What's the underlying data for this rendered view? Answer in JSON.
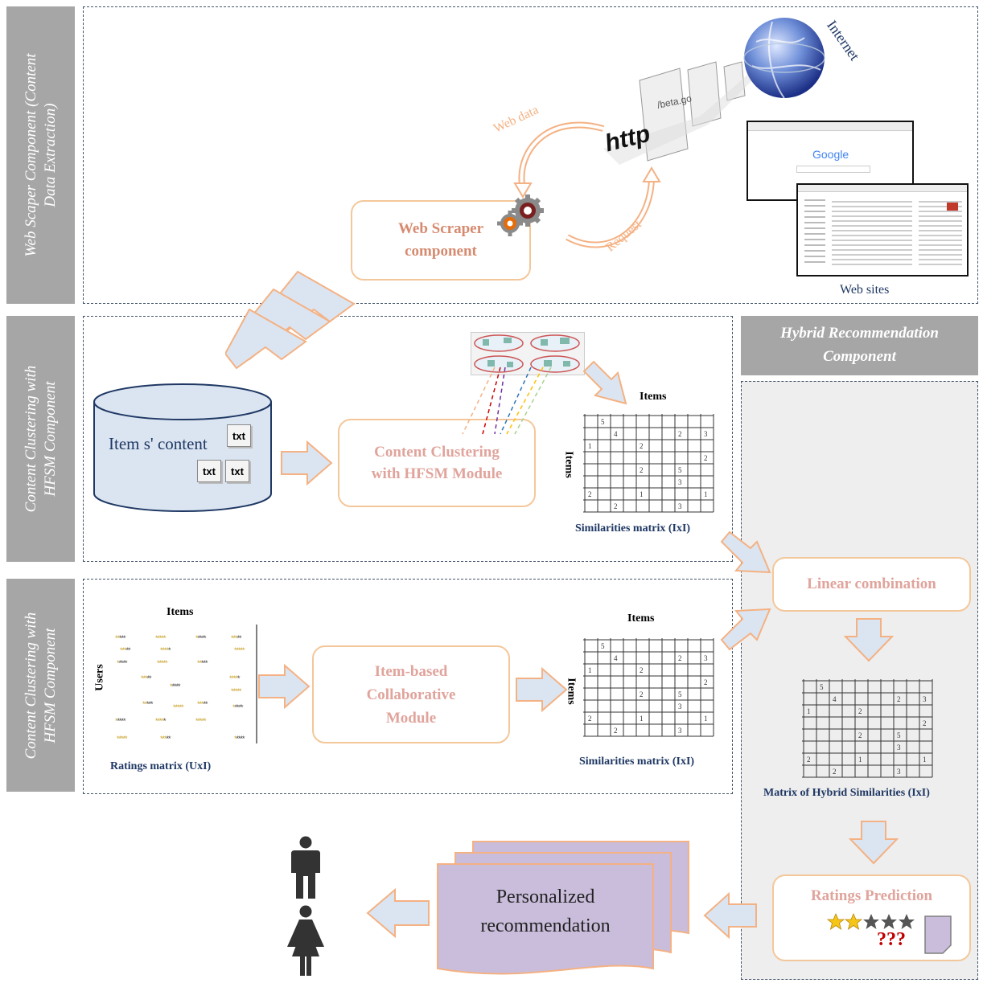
{
  "sidebars": {
    "web_scraper": "Web Scaper Component (Content\nData Extraction)",
    "content_clustering": "Content Clustering with\nHFSM Component",
    "collaborative": "Content Clustering with\nHFSM Component"
  },
  "hybrid_header": "Hybrid Recommendation\nComponent",
  "web_scraper": {
    "box_label": "Web Scraper\ncomponent",
    "web_data": "Web data",
    "request": "Request",
    "internet": "Internet",
    "web_sites": "Web sites",
    "http_text": "http",
    "google": "Google"
  },
  "content": {
    "items_content": "Item s' content",
    "txt": "txt",
    "module": "Content Clustering\nwith HFSM Module",
    "matrix_top_label": "Items",
    "matrix_side_label": "Items",
    "matrix_caption": "Similarities matrix (IxI)"
  },
  "collab": {
    "ratings_top_label": "Items",
    "ratings_side_label": "Users",
    "ratings_caption": "Ratings  matrix (UxI)",
    "module": "Item-based\nCollaborative\nModule",
    "matrix_top_label": "Items",
    "matrix_side_label": "Items",
    "matrix_caption": "Similarities matrix (IxI)"
  },
  "hybrid": {
    "linear_combination": "Linear combination",
    "hybrid_matrix_caption": "Matrix of Hybrid Similarities (IxI)",
    "ratings_prediction": "Ratings Prediction",
    "unknown": "???"
  },
  "output": {
    "personalized": "Personalized\nrecommendation"
  },
  "matrix_values": [
    {
      "row": 0,
      "col": 1,
      "v": "5"
    },
    {
      "row": 1,
      "col": 2,
      "v": "4"
    },
    {
      "row": 1,
      "col": 7,
      "v": "2"
    },
    {
      "row": 1,
      "col": 9,
      "v": "3"
    },
    {
      "row": 2,
      "col": 0,
      "v": "1"
    },
    {
      "row": 2,
      "col": 4,
      "v": "2"
    },
    {
      "row": 3,
      "col": 9,
      "v": "2"
    },
    {
      "row": 4,
      "col": 4,
      "v": "2"
    },
    {
      "row": 4,
      "col": 7,
      "v": "5"
    },
    {
      "row": 5,
      "col": 7,
      "v": "3"
    },
    {
      "row": 6,
      "col": 0,
      "v": "2"
    },
    {
      "row": 6,
      "col": 4,
      "v": "1"
    },
    {
      "row": 6,
      "col": 9,
      "v": "1"
    },
    {
      "row": 7,
      "col": 2,
      "v": "2"
    },
    {
      "row": 7,
      "col": 7,
      "v": "3"
    }
  ],
  "colors": {
    "sidebar": "#a6a6a6",
    "arrow_fill": "#dbe5f1",
    "arrow_stroke": "#f4b183",
    "box_border": "#f4c79a",
    "box_text": "#e0a49c",
    "caption_blue": "#1f3864",
    "doc_fill": "#c9bddb",
    "hybrid_bg": "#eeeeee"
  }
}
